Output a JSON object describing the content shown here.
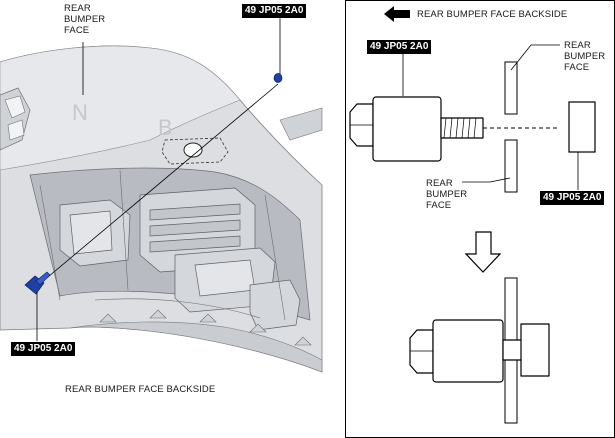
{
  "left_panel": {
    "face_label_lines": [
      "REAR",
      "BUMPER",
      "FACE"
    ],
    "tool_tag_top": "49 JP05 2A0",
    "tool_tag_bottom": "49 JP05 2A0",
    "caption": "REAR BUMPER FACE BACKSIDE",
    "embossed_marks": [
      "N",
      "B"
    ]
  },
  "right_panel": {
    "header_arrow_text": "REAR BUMPER FACE BACKSIDE",
    "tool_tag_left": "49 JP05 2A0",
    "tool_tag_right": "49 JP05 2A0",
    "face_label_upper_lines": [
      "REAR",
      "BUMPER",
      "FACE"
    ],
    "face_label_lower_lines": [
      "REAR",
      "BUMPER",
      "FACE"
    ]
  },
  "colors": {
    "bumper_fill": "#dcdee2",
    "bumper_shade": "#bfc2c7",
    "tool_blue": "#1f3fa3",
    "line": "#000000"
  }
}
